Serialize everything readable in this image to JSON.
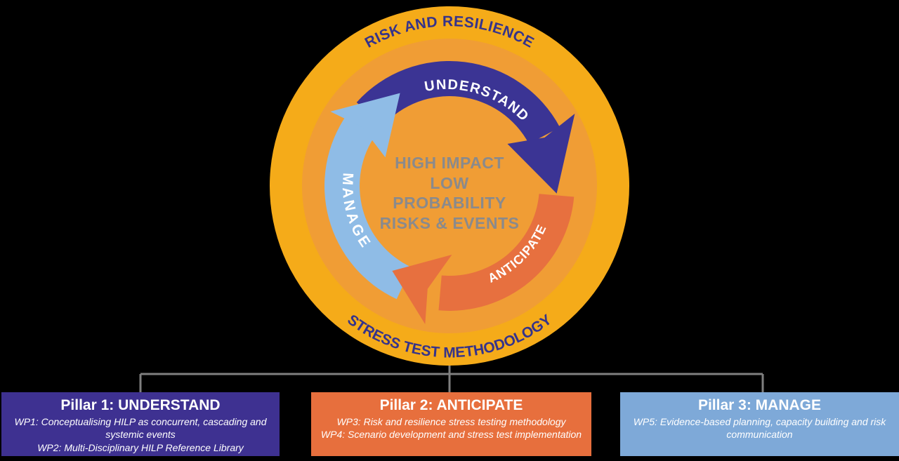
{
  "cycle": {
    "outer_label_top": "RISK AND RESILIENCE",
    "outer_label_bottom": "STRESS TEST METHODOLOGY",
    "center_lines": [
      "HIGH IMPACT",
      "LOW",
      "PROBABILITY",
      "RISKS & EVENTS"
    ],
    "arrows": [
      {
        "label": "UNDERSTAND",
        "color": "#3b3494"
      },
      {
        "label": "ANTICIPATE",
        "color": "#e7703f"
      },
      {
        "label": "MANAGE",
        "color": "#8fbce6"
      }
    ],
    "colors": {
      "outer_ring": "#f5ab19",
      "inner_disc": "#f09d35",
      "ring_label_text": "#35338b",
      "center_text": "#8a8a8c",
      "connector_line": "#7f7f7f"
    }
  },
  "pillars": [
    {
      "title": "Pillar 1: UNDERSTAND",
      "color": "#3e3191",
      "items": [
        "WP1: Conceptualising HILP as concurrent, cascading and systemic events",
        "WP2: Multi-Disciplinary HILP Reference Library"
      ]
    },
    {
      "title": "Pillar 2: ANTICIPATE",
      "color": "#e76f3d",
      "items": [
        "WP3: Risk and resilience stress testing methodology",
        "WP4: Scenario development and stress test implementation"
      ]
    },
    {
      "title": "Pillar 3: MANAGE",
      "color": "#7ea9d8",
      "items": [
        "WP5: Evidence-based planning, capacity building and risk communication"
      ]
    }
  ]
}
